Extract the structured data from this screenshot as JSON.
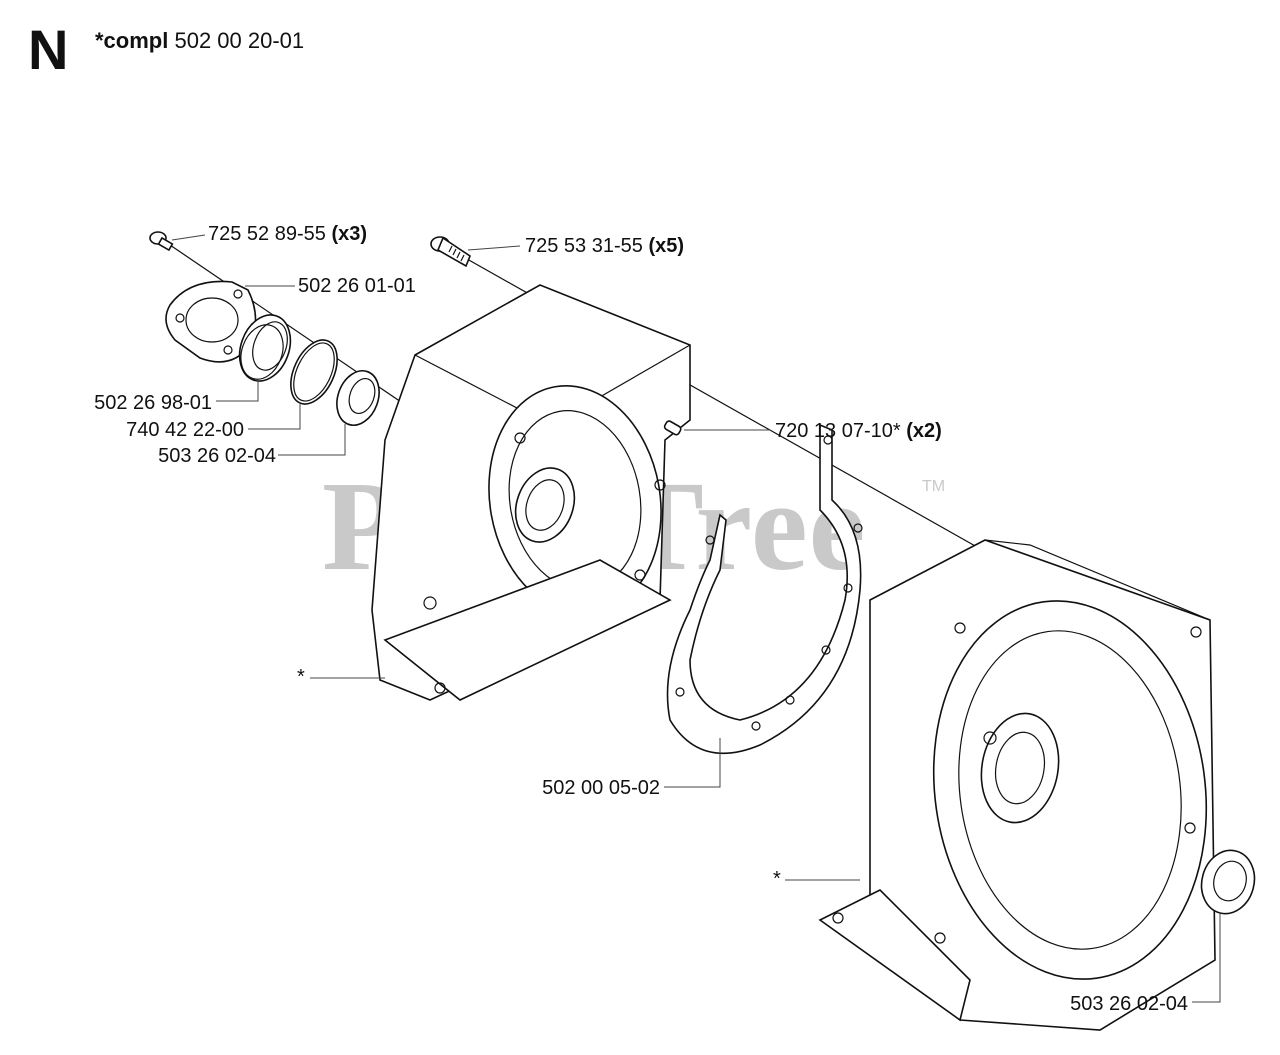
{
  "header": {
    "section_letter": "N",
    "compl_label": "*compl",
    "compl_number": "502 00 20-01"
  },
  "watermark": {
    "text": "PartsTree",
    "tm": "TM"
  },
  "labels": [
    {
      "id": "screw-small",
      "part": "725 52 89-55",
      "qty": "(x3)"
    },
    {
      "id": "cover-plate",
      "part": "502 26 01-01",
      "qty": ""
    },
    {
      "id": "screw-long",
      "part": "725 53 31-55",
      "qty": "(x5)"
    },
    {
      "id": "bearing-housing",
      "part": "502 26 98-01",
      "qty": ""
    },
    {
      "id": "o-ring",
      "part": "740 42 22-00",
      "qty": ""
    },
    {
      "id": "seal-left",
      "part": "503 26 02-04",
      "qty": ""
    },
    {
      "id": "dowel-pin",
      "part": "720 13 07-10*",
      "qty": "(x2)"
    },
    {
      "id": "gasket",
      "part": "502 00 05-02",
      "qty": ""
    },
    {
      "id": "seal-right",
      "part": "503 26 02-04",
      "qty": ""
    },
    {
      "id": "crankcase-left",
      "part": "*",
      "qty": ""
    },
    {
      "id": "crankcase-right",
      "part": "*",
      "qty": ""
    }
  ]
}
